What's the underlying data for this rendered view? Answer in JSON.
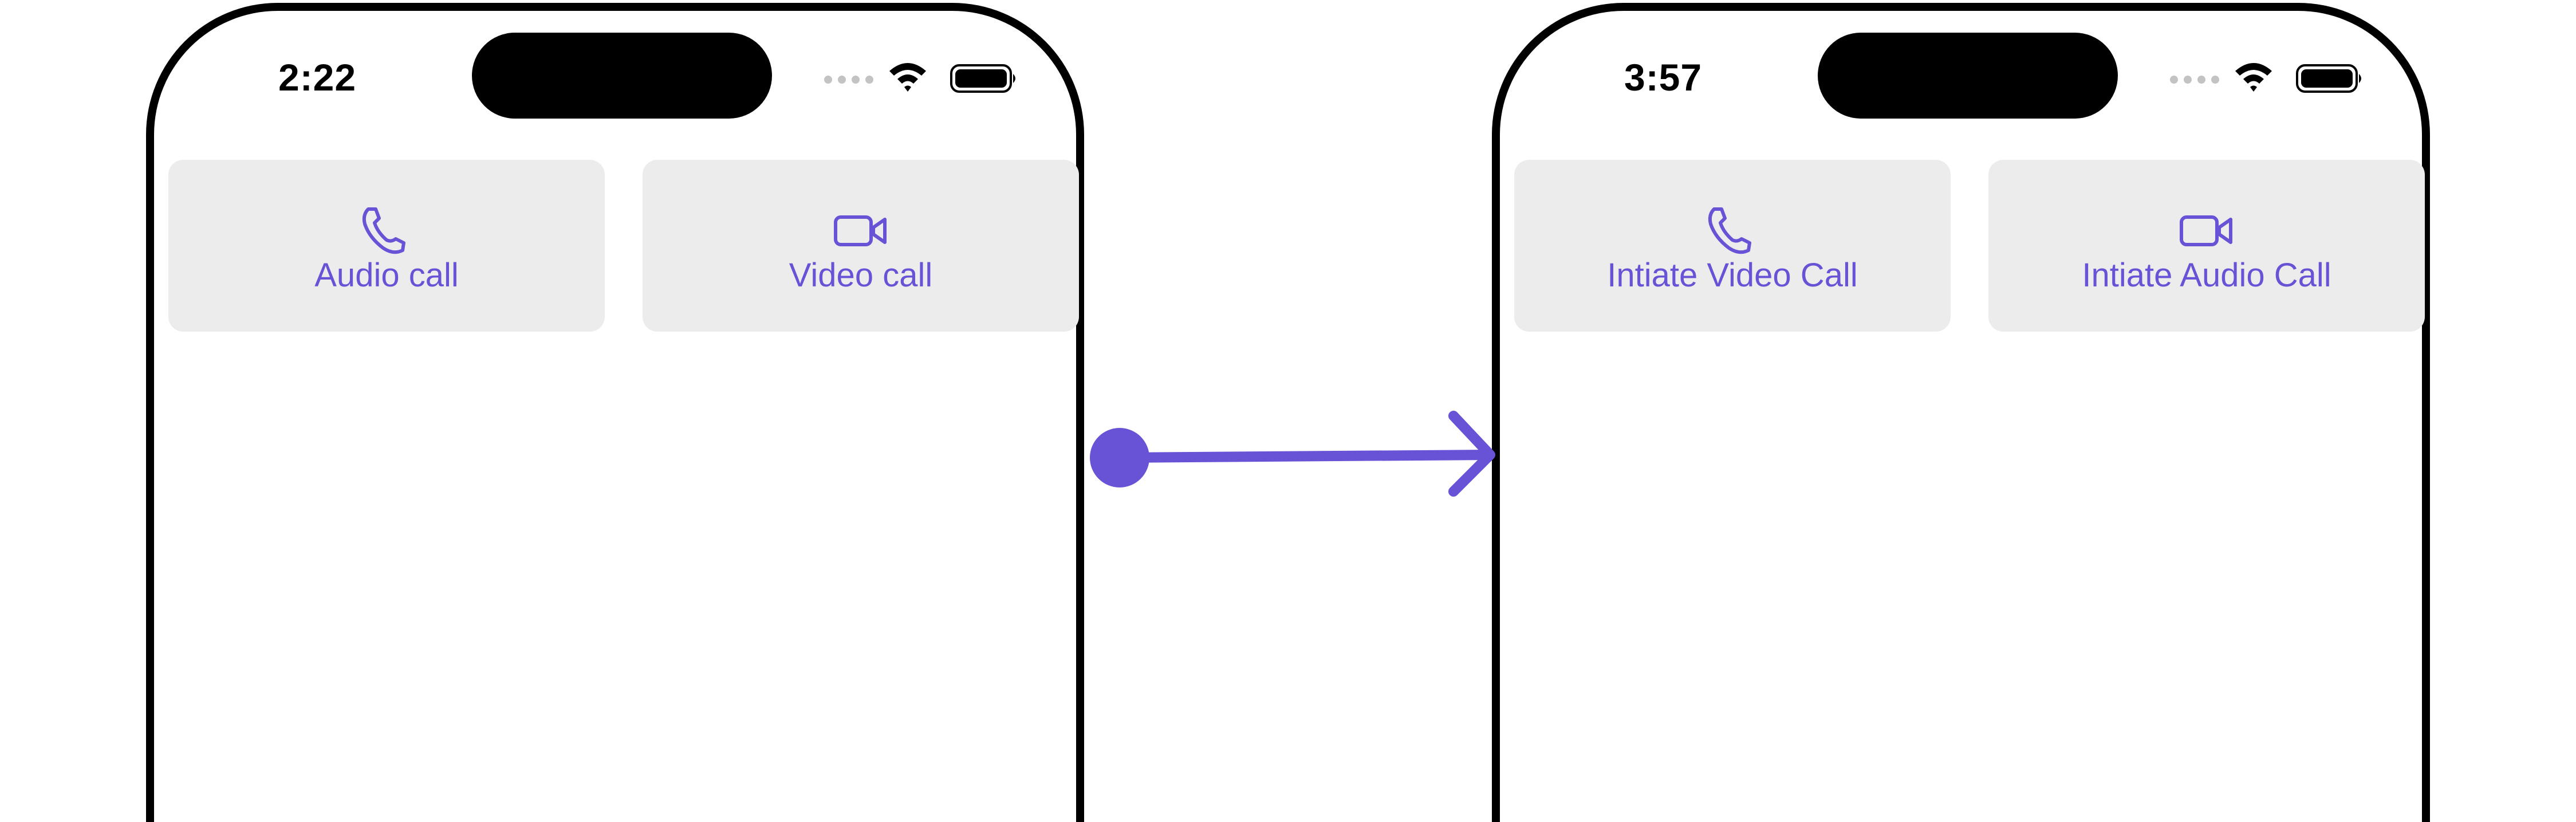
{
  "colors": {
    "accent": "#6852d6",
    "button_bg": "#ececec",
    "frame": "#000000",
    "signal_inactive": "#c3c3c3"
  },
  "left_screen": {
    "status_time": "2:22",
    "buttons": [
      {
        "label": "Audio call",
        "icon": "phone-icon"
      },
      {
        "label": "Video call",
        "icon": "video-camera-icon"
      }
    ]
  },
  "right_screen": {
    "status_time": "3:57",
    "buttons": [
      {
        "label": "Intiate Video Call",
        "icon": "phone-icon"
      },
      {
        "label": "Intiate Audio Call",
        "icon": "video-camera-icon"
      }
    ]
  },
  "connector_icon": "arrow-right-icon"
}
